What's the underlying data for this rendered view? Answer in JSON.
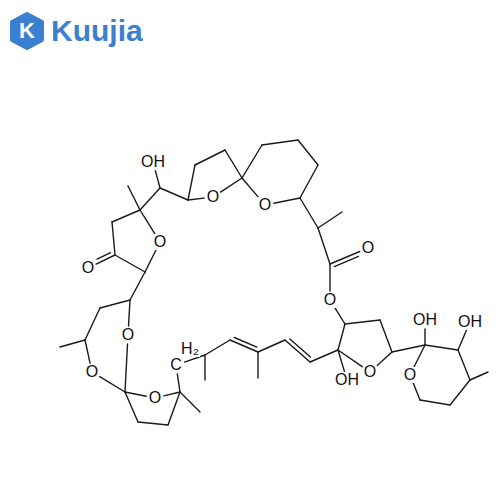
{
  "diagram": {
    "labels": [
      "Kuujia",
      "K",
      "OH",
      "O",
      "O",
      "O",
      "O",
      "OH",
      "O",
      "OH",
      "OH",
      "O",
      "O",
      "O",
      "O",
      "O",
      "O",
      "C",
      "H₂"
    ]
  }
}
